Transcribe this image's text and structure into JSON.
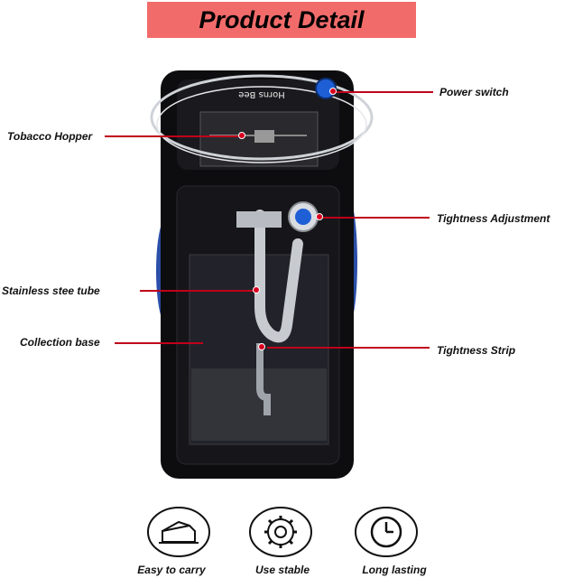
{
  "banner": {
    "title": "Product Detail"
  },
  "device": {
    "brand": "Horns Bee"
  },
  "callouts": {
    "power_switch": "Power switch",
    "tobacco_hopper": "Tobacco Hopper",
    "tightness_adjustment": "Tightness  Adjustment",
    "stainless_tube": "Stainless stee tube",
    "collection_base": "Collection base",
    "tightness_strip": "Tightness Strip"
  },
  "features": [
    {
      "label": "Easy to carry",
      "icon": "box-icon"
    },
    {
      "label": "Use stable",
      "icon": "gear-icon"
    },
    {
      "label": "Long lasting",
      "icon": "clock-icon"
    }
  ],
  "colors": {
    "banner": "#f26b6b",
    "leader": "#c0001a",
    "accent_blue": "#1f5fd6",
    "body": "#0d0d0f"
  }
}
